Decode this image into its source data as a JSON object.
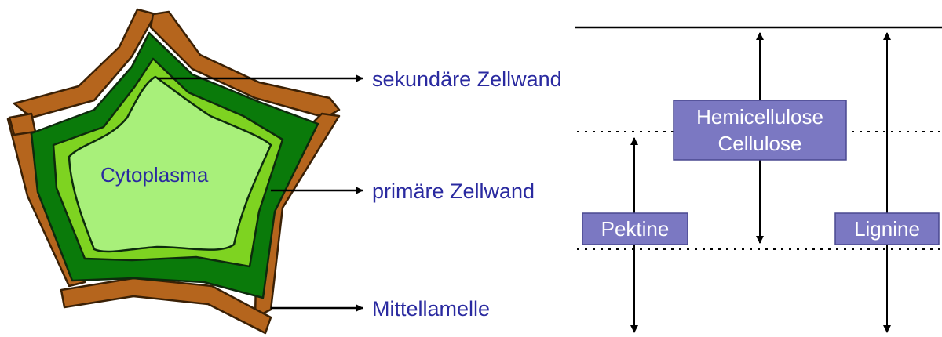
{
  "cell": {
    "cytoplasm_label": "Cytoplasma",
    "labels": {
      "secondary_wall": "sekundäre Zellwand",
      "primary_wall": "primäre Zellwand",
      "middle_lamella": "Mittellamelle"
    }
  },
  "components": {
    "hemicellulose": "Hemicellulose",
    "cellulose": "Cellulose",
    "pectin": "Pektine",
    "lignin": "Lignine"
  },
  "colors": {
    "label_text": "#2a2aa0",
    "box_fill": "#7b78c2",
    "box_text": "#ffffff",
    "middle_lamella": "#b5651d",
    "secondary_wall": "#0a7a0a",
    "primary_wall": "#7ed321",
    "cytoplasm": "#a8f07a"
  }
}
